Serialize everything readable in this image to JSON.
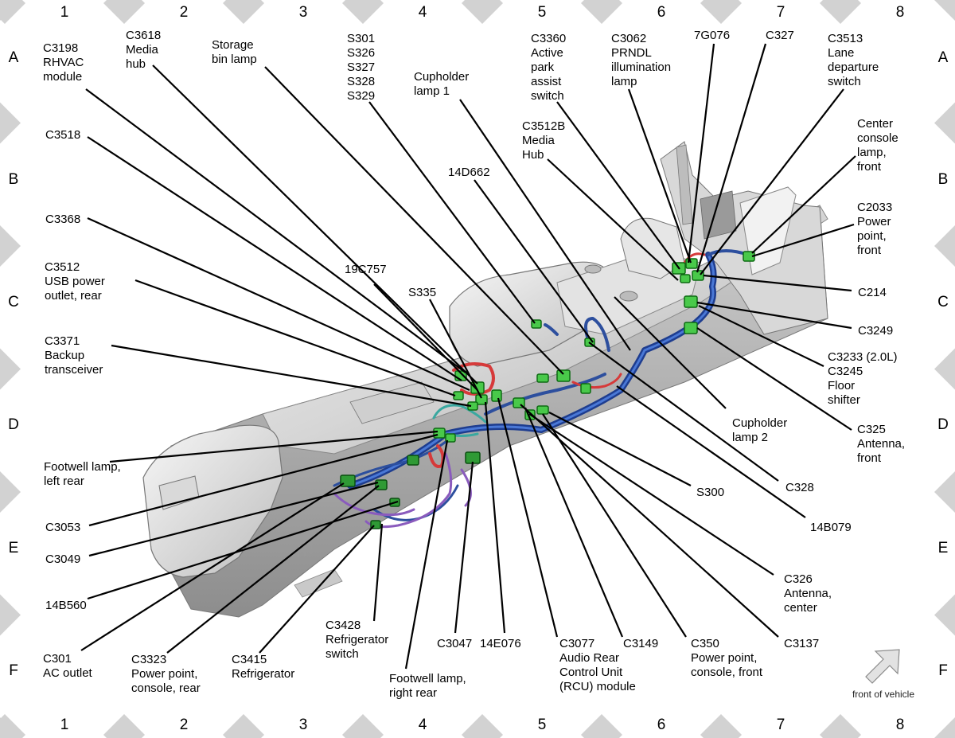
{
  "grid": {
    "columns": [
      "1",
      "2",
      "3",
      "4",
      "5",
      "6",
      "7",
      "8"
    ],
    "rows": [
      "A",
      "B",
      "C",
      "D",
      "E",
      "F"
    ]
  },
  "colors": {
    "connector_green": "#49c94a",
    "harness_blue": "#2d4f9e",
    "harness_red": "#d63a3a",
    "harness_purple": "#8a5bbd",
    "harness_teal": "#3aa8a0",
    "border_diamond": "#d2d2d2"
  },
  "callouts": {
    "c3198": [
      "C3198",
      "RHVAC",
      "module"
    ],
    "c3618": [
      "C3618",
      "Media",
      "hub"
    ],
    "storage_bin_lamp": [
      "Storage",
      "bin lamp"
    ],
    "splices_top": [
      "S301",
      "S326",
      "S327",
      "S328",
      "S329"
    ],
    "cupholder_lamp_1": [
      "Cupholder",
      "lamp 1"
    ],
    "c3360": [
      "C3360",
      "Active",
      "park",
      "assist",
      "switch"
    ],
    "c3062": [
      "C3062",
      "PRNDL",
      "illumination",
      "lamp"
    ],
    "g7g076": [
      "7G076"
    ],
    "c327": [
      "C327"
    ],
    "c3513": [
      "C3513",
      "Lane",
      "departure",
      "switch"
    ],
    "c3518": [
      "C3518"
    ],
    "c3512b": [
      "C3512B",
      "Media",
      "Hub"
    ],
    "center_console_lamp": [
      "Center",
      "console",
      "lamp,",
      "front"
    ],
    "w14d662": [
      "14D662"
    ],
    "c2033": [
      "C2033",
      "Power",
      "point,",
      "front"
    ],
    "c3368": [
      "C3368"
    ],
    "c3512": [
      "C3512",
      "USB power",
      "outlet, rear"
    ],
    "c19c757": [
      "19C757"
    ],
    "c214": [
      "C214"
    ],
    "s335": [
      "S335"
    ],
    "c3249": [
      "C3249"
    ],
    "c3371": [
      "C3371",
      "Backup",
      "transceiver"
    ],
    "c3233": [
      "C3233 (2.0L)",
      "C3245",
      "Floor",
      "shifter"
    ],
    "c325": [
      "C325",
      "Antenna,",
      "front"
    ],
    "cupholder_lamp_2": [
      "Cupholder",
      "lamp 2"
    ],
    "footwell_lamp_left": [
      "Footwell lamp,",
      "left rear"
    ],
    "s300": [
      "S300"
    ],
    "c328": [
      "C328"
    ],
    "c3053": [
      "C3053"
    ],
    "w14b079": [
      "14B079"
    ],
    "c3049": [
      "C3049"
    ],
    "c326": [
      "C326",
      "Antenna,",
      "center"
    ],
    "w14b560": [
      "14B560"
    ],
    "c3428": [
      "C3428",
      "Refrigerator",
      "switch"
    ],
    "c3047": [
      "C3047"
    ],
    "w14e076": [
      "14E076"
    ],
    "c3077": [
      "C3077",
      "Audio Rear",
      "Control Unit",
      "(RCU) module"
    ],
    "c3149": [
      "C3149"
    ],
    "c350": [
      "C350",
      "Power point,",
      "console, front"
    ],
    "c3137": [
      "C3137"
    ],
    "c301": [
      "C301",
      "AC outlet"
    ],
    "c3323": [
      "C3323",
      "Power point,",
      "console, rear"
    ],
    "c3415": [
      "C3415",
      "Refrigerator"
    ],
    "footwell_lamp_right": [
      "Footwell lamp,",
      "right rear"
    ]
  },
  "front_indicator": {
    "label": "front of vehicle",
    "icon": "arrow-up-right-icon"
  }
}
